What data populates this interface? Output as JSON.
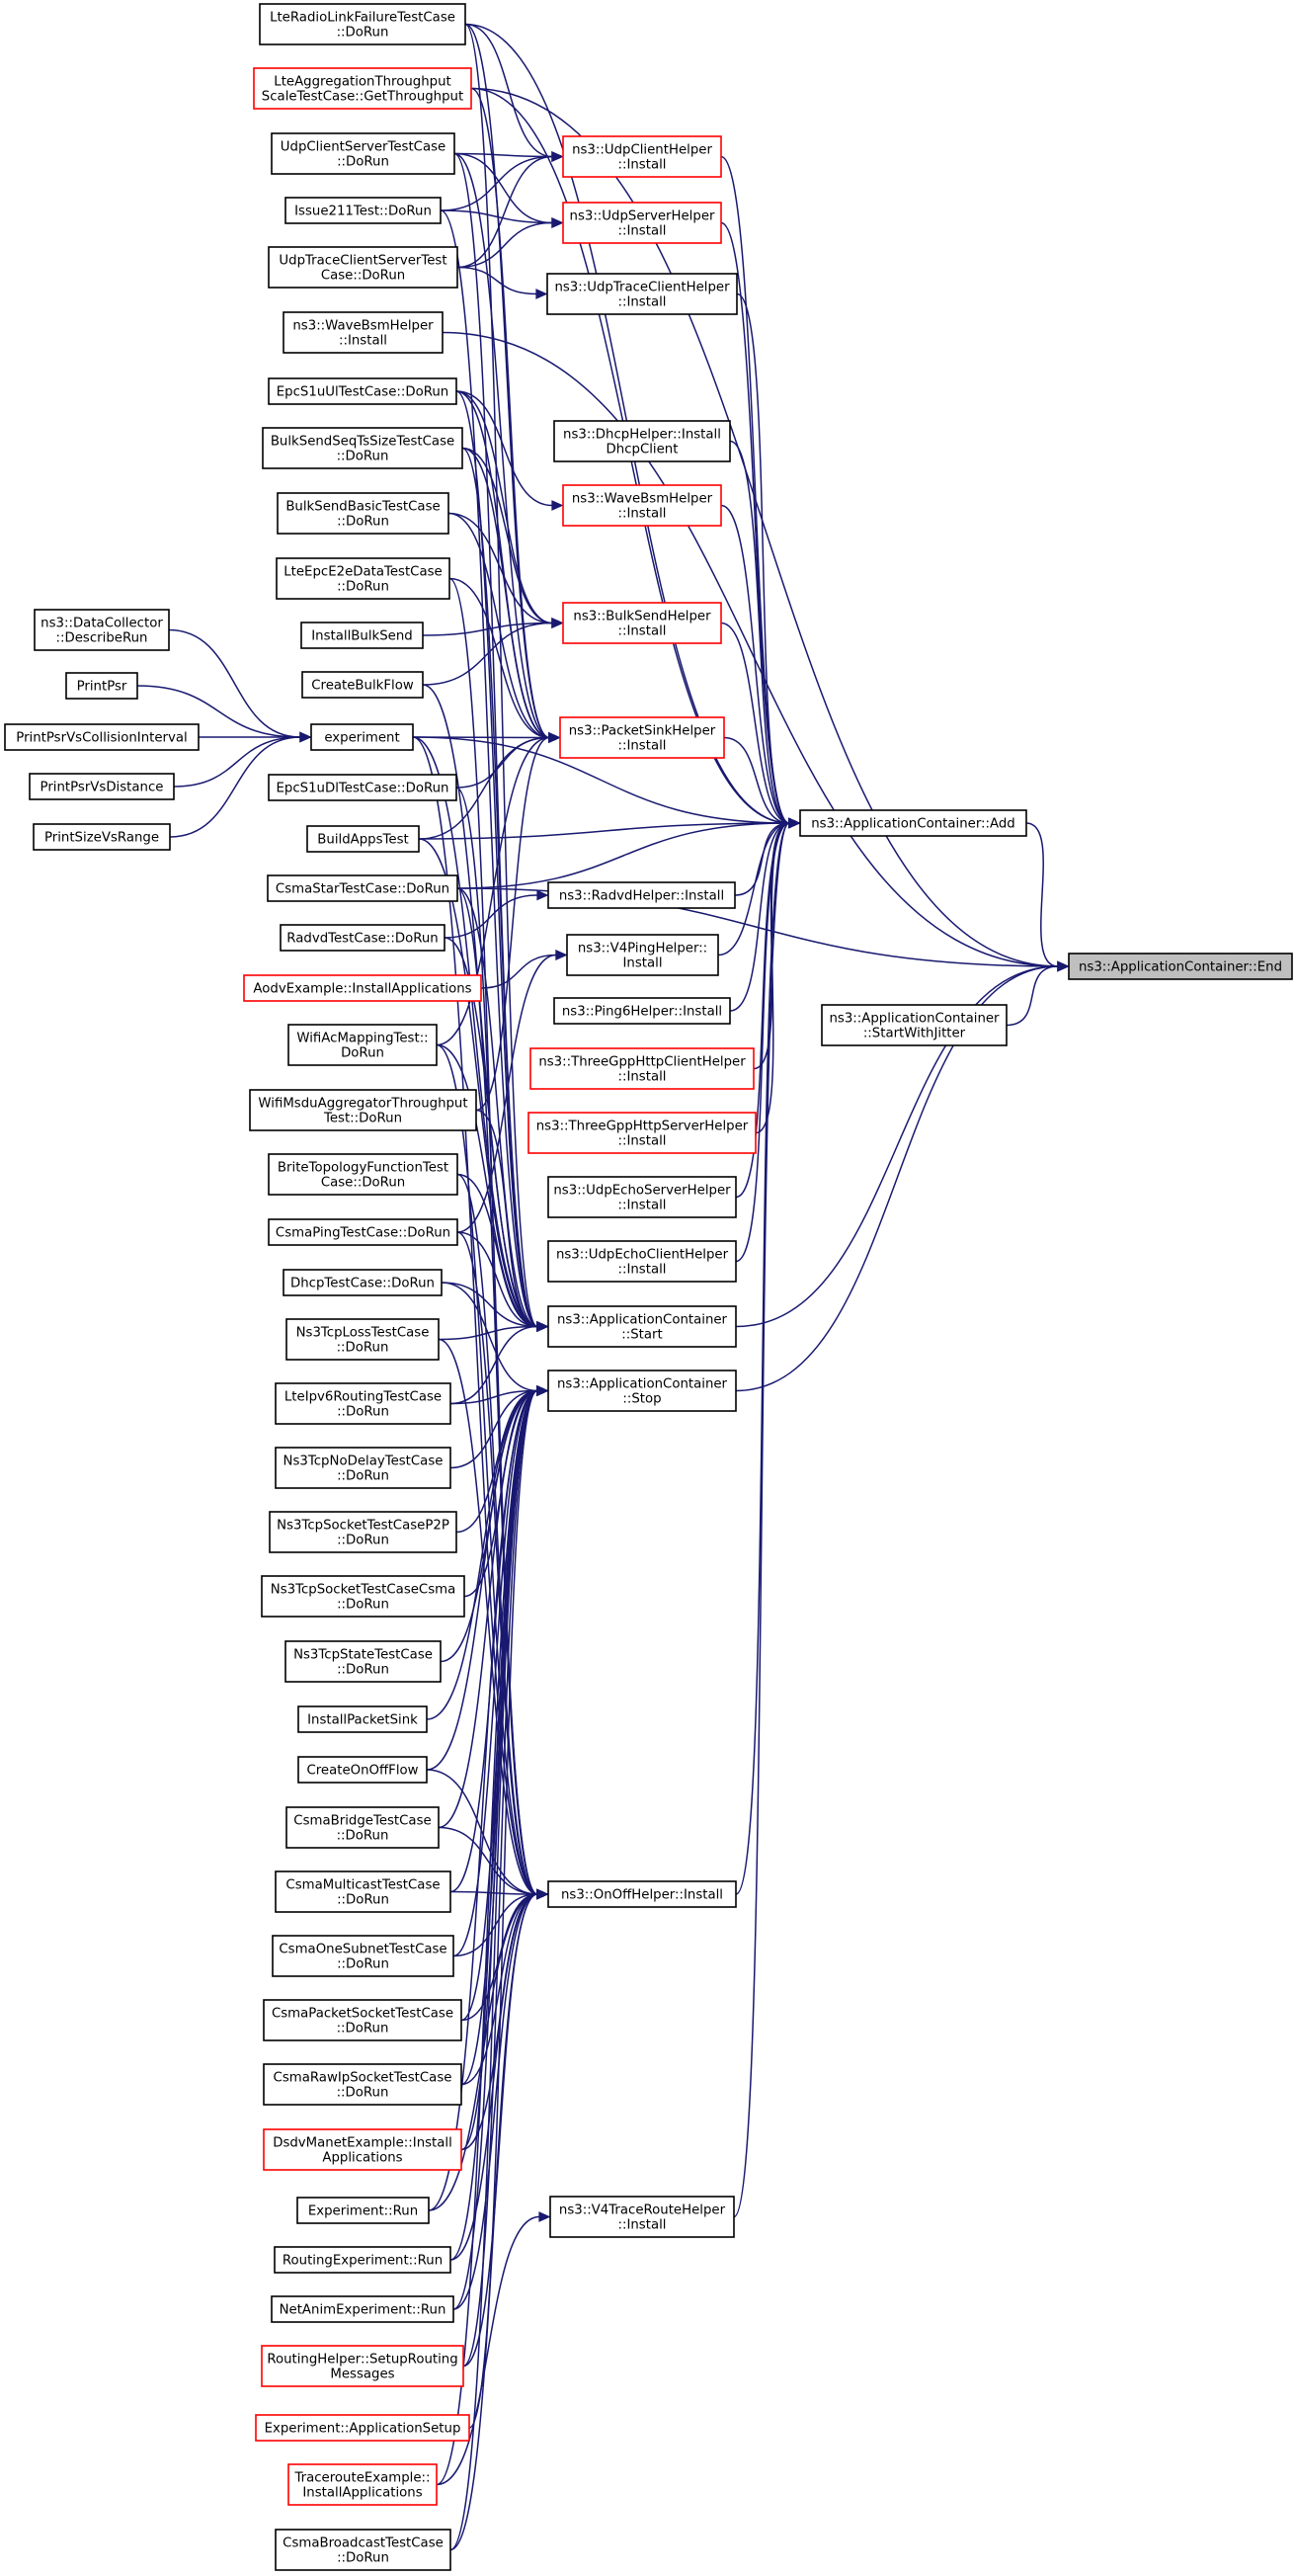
{
  "colors": {
    "edge": "#191970",
    "node_border": "#000000",
    "node_border_incomplete": "#ff0000",
    "highlight_fill": "#bfbfbf",
    "highlight_border": "#000000",
    "text": "#000000"
  },
  "nodes": [
    {
      "id": "end",
      "lines": [
        "ns3::ApplicationContainer::End"
      ],
      "style": "highlight"
    },
    {
      "id": "add",
      "lines": [
        "ns3::ApplicationContainer::Add"
      ],
      "style": "normal"
    },
    {
      "id": "startjitter",
      "lines": [
        "ns3::ApplicationContainer",
        "::StartWithJitter"
      ],
      "style": "normal"
    },
    {
      "id": "udpclienthelper",
      "lines": [
        "ns3::UdpClientHelper",
        "::Install"
      ],
      "style": "red"
    },
    {
      "id": "udpserverhelper",
      "lines": [
        "ns3::UdpServerHelper",
        "::Install"
      ],
      "style": "red"
    },
    {
      "id": "udptraceclienthelper",
      "lines": [
        "ns3::UdpTraceClientHelper",
        "::Install"
      ],
      "style": "normal"
    },
    {
      "id": "dhcphelper",
      "lines": [
        "ns3::DhcpHelper::Install",
        "DhcpClient"
      ],
      "style": "normal"
    },
    {
      "id": "wavebsmhelper_mid",
      "lines": [
        "ns3::WaveBsmHelper",
        "::Install"
      ],
      "style": "red"
    },
    {
      "id": "bulksendhelper",
      "lines": [
        "ns3::BulkSendHelper",
        "::Install"
      ],
      "style": "red"
    },
    {
      "id": "packetsinkhelper",
      "lines": [
        "ns3::PacketSinkHelper",
        "::Install"
      ],
      "style": "red"
    },
    {
      "id": "radvdhelper",
      "lines": [
        "ns3::RadvdHelper::Install"
      ],
      "style": "normal"
    },
    {
      "id": "v4pinghelper",
      "lines": [
        "ns3::V4PingHelper::",
        "Install"
      ],
      "style": "normal"
    },
    {
      "id": "ping6helper",
      "lines": [
        "ns3::Ping6Helper::Install"
      ],
      "style": "normal"
    },
    {
      "id": "threegpphttpclient",
      "lines": [
        "ns3::ThreeGppHttpClientHelper",
        "::Install"
      ],
      "style": "red"
    },
    {
      "id": "threegpphttpserver",
      "lines": [
        "ns3::ThreeGppHttpServerHelper",
        "::Install"
      ],
      "style": "red"
    },
    {
      "id": "udpechoserverhelper",
      "lines": [
        "ns3::UdpEchoServerHelper",
        "::Install"
      ],
      "style": "normal"
    },
    {
      "id": "udpechoclienthelper",
      "lines": [
        "ns3::UdpEchoClientHelper",
        "::Install"
      ],
      "style": "normal"
    },
    {
      "id": "appstart",
      "lines": [
        "ns3::ApplicationContainer",
        "::Start"
      ],
      "style": "normal"
    },
    {
      "id": "appstop",
      "lines": [
        "ns3::ApplicationContainer",
        "::Stop"
      ],
      "style": "normal"
    },
    {
      "id": "onoffhelper",
      "lines": [
        "ns3::OnOffHelper::Install"
      ],
      "style": "normal"
    },
    {
      "id": "v4traceroutehelper",
      "lines": [
        "ns3::V4TraceRouteHelper",
        "::Install"
      ],
      "style": "normal"
    },
    {
      "id": "lteradiolink",
      "lines": [
        "LteRadioLinkFailureTestCase",
        "::DoRun"
      ],
      "style": "normal"
    },
    {
      "id": "lteaggregation",
      "lines": [
        "LteAggregationThroughput",
        "ScaleTestCase::GetThroughput"
      ],
      "style": "red"
    },
    {
      "id": "udpclientserver",
      "lines": [
        "UdpClientServerTestCase",
        "::DoRun"
      ],
      "style": "normal"
    },
    {
      "id": "issue211",
      "lines": [
        "Issue211Test::DoRun"
      ],
      "style": "normal"
    },
    {
      "id": "udptraceclientserver",
      "lines": [
        "UdpTraceClientServerTest",
        "Case::DoRun"
      ],
      "style": "normal"
    },
    {
      "id": "wavebsmhelper_left",
      "lines": [
        "ns3::WaveBsmHelper",
        "::Install"
      ],
      "style": "normal"
    },
    {
      "id": "epcs1uul",
      "lines": [
        "EpcS1uUlTestCase::DoRun"
      ],
      "style": "normal"
    },
    {
      "id": "bulksendseqts",
      "lines": [
        "BulkSendSeqTsSizeTestCase",
        "::DoRun"
      ],
      "style": "normal"
    },
    {
      "id": "bulksendbasic",
      "lines": [
        "BulkSendBasicTestCase",
        "::DoRun"
      ],
      "style": "normal"
    },
    {
      "id": "lteepce2e",
      "lines": [
        "LteEpcE2eDataTestCase",
        "::DoRun"
      ],
      "style": "normal"
    },
    {
      "id": "installbulksend",
      "lines": [
        "InstallBulkSend"
      ],
      "style": "normal"
    },
    {
      "id": "createbulkflow",
      "lines": [
        "CreateBulkFlow"
      ],
      "style": "normal"
    },
    {
      "id": "experiment",
      "lines": [
        "experiment"
      ],
      "style": "normal"
    },
    {
      "id": "epcs1udl",
      "lines": [
        "EpcS1uDlTestCase::DoRun"
      ],
      "style": "normal"
    },
    {
      "id": "buildappstest",
      "lines": [
        "BuildAppsTest"
      ],
      "style": "normal"
    },
    {
      "id": "csmastar",
      "lines": [
        "CsmaStarTestCase::DoRun"
      ],
      "style": "normal"
    },
    {
      "id": "radvdtestcase",
      "lines": [
        "RadvdTestCase::DoRun"
      ],
      "style": "normal"
    },
    {
      "id": "aodvexample",
      "lines": [
        "AodvExample::InstallApplications"
      ],
      "style": "red"
    },
    {
      "id": "wifiacmapping",
      "lines": [
        "WifiAcMappingTest::",
        "DoRun"
      ],
      "style": "normal"
    },
    {
      "id": "wifimsdu",
      "lines": [
        "WifiMsduAggregatorThroughput",
        "Test::DoRun"
      ],
      "style": "normal"
    },
    {
      "id": "britetopology",
      "lines": [
        "BriteTopologyFunctionTest",
        "Case::DoRun"
      ],
      "style": "normal"
    },
    {
      "id": "csmaping",
      "lines": [
        "CsmaPingTestCase::DoRun"
      ],
      "style": "normal"
    },
    {
      "id": "dhcptestcase",
      "lines": [
        "DhcpTestCase::DoRun"
      ],
      "style": "normal"
    },
    {
      "id": "ns3tcploss",
      "lines": [
        "Ns3TcpLossTestCase",
        "::DoRun"
      ],
      "style": "normal"
    },
    {
      "id": "lteipv6routing",
      "lines": [
        "LteIpv6RoutingTestCase",
        "::DoRun"
      ],
      "style": "normal"
    },
    {
      "id": "ns3tcpnodelay",
      "lines": [
        "Ns3TcpNoDelayTestCase",
        "::DoRun"
      ],
      "style": "normal"
    },
    {
      "id": "ns3tcpsocketp2p",
      "lines": [
        "Ns3TcpSocketTestCaseP2P",
        "::DoRun"
      ],
      "style": "normal"
    },
    {
      "id": "ns3tcpsocketcsma",
      "lines": [
        "Ns3TcpSocketTestCaseCsma",
        "::DoRun"
      ],
      "style": "normal"
    },
    {
      "id": "ns3tcpstate",
      "lines": [
        "Ns3TcpStateTestCase",
        "::DoRun"
      ],
      "style": "normal"
    },
    {
      "id": "installpacketsink",
      "lines": [
        "InstallPacketSink"
      ],
      "style": "normal"
    },
    {
      "id": "createonoffflow",
      "lines": [
        "CreateOnOffFlow"
      ],
      "style": "normal"
    },
    {
      "id": "csmabridge",
      "lines": [
        "CsmaBridgeTestCase",
        "::DoRun"
      ],
      "style": "normal"
    },
    {
      "id": "csmamulticast",
      "lines": [
        "CsmaMulticastTestCase",
        "::DoRun"
      ],
      "style": "normal"
    },
    {
      "id": "csmaonesubnet",
      "lines": [
        "CsmaOneSubnetTestCase",
        "::DoRun"
      ],
      "style": "normal"
    },
    {
      "id": "csmapacketsocket",
      "lines": [
        "CsmaPacketSocketTestCase",
        "::DoRun"
      ],
      "style": "normal"
    },
    {
      "id": "csmarawipsocket",
      "lines": [
        "CsmaRawIpSocketTestCase",
        "::DoRun"
      ],
      "style": "normal"
    },
    {
      "id": "dsdvmanet",
      "lines": [
        "DsdvManetExample::Install",
        "Applications"
      ],
      "style": "red"
    },
    {
      "id": "experimentrun",
      "lines": [
        "Experiment::Run"
      ],
      "style": "normal"
    },
    {
      "id": "routingexperiment",
      "lines": [
        "RoutingExperiment::Run"
      ],
      "style": "normal"
    },
    {
      "id": "netanimexperiment",
      "lines": [
        "NetAnimExperiment::Run"
      ],
      "style": "normal"
    },
    {
      "id": "routinghelper",
      "lines": [
        "RoutingHelper::SetupRouting",
        "Messages"
      ],
      "style": "red"
    },
    {
      "id": "experimentappsetup",
      "lines": [
        "Experiment::ApplicationSetup"
      ],
      "style": "red"
    },
    {
      "id": "tracerouteexample",
      "lines": [
        "TracerouteExample::",
        "InstallApplications"
      ],
      "style": "red"
    },
    {
      "id": "csmabroadcast",
      "lines": [
        "CsmaBroadcastTestCase",
        "::DoRun"
      ],
      "style": "normal"
    },
    {
      "id": "datacollector",
      "lines": [
        "ns3::DataCollector",
        "::DescribeRun"
      ],
      "style": "normal"
    },
    {
      "id": "printpsr",
      "lines": [
        "PrintPsr"
      ],
      "style": "normal"
    },
    {
      "id": "printpsrcollision",
      "lines": [
        "PrintPsrVsCollisionInterval"
      ],
      "style": "normal"
    },
    {
      "id": "printpsrdistance",
      "lines": [
        "PrintPsrVsDistance"
      ],
      "style": "normal"
    },
    {
      "id": "printsizerange",
      "lines": [
        "PrintSizeVsRange"
      ],
      "style": "normal"
    }
  ],
  "edges": [
    [
      "add",
      "end"
    ],
    [
      "startjitter",
      "end"
    ],
    [
      "appstart",
      "end"
    ],
    [
      "appstop",
      "end"
    ],
    [
      "wavebsmhelper_left",
      "end"
    ],
    [
      "lteaggregation",
      "end"
    ],
    [
      "csmastar",
      "end"
    ],
    [
      "udpclienthelper",
      "add"
    ],
    [
      "udpserverhelper",
      "add"
    ],
    [
      "udptraceclienthelper",
      "add"
    ],
    [
      "dhcphelper",
      "add"
    ],
    [
      "wavebsmhelper_mid",
      "add"
    ],
    [
      "bulksendhelper",
      "add"
    ],
    [
      "packetsinkhelper",
      "add"
    ],
    [
      "radvdhelper",
      "add"
    ],
    [
      "v4pinghelper",
      "add"
    ],
    [
      "ping6helper",
      "add"
    ],
    [
      "threegpphttpclient",
      "add"
    ],
    [
      "threegpphttpserver",
      "add"
    ],
    [
      "udpechoserverhelper",
      "add"
    ],
    [
      "udpechoclienthelper",
      "add"
    ],
    [
      "onoffhelper",
      "add"
    ],
    [
      "v4traceroutehelper",
      "add"
    ],
    [
      "lteradiolink",
      "add"
    ],
    [
      "lteaggregation",
      "add"
    ],
    [
      "experiment",
      "add"
    ],
    [
      "buildappstest",
      "add"
    ],
    [
      "csmastar",
      "add"
    ],
    [
      "udpclientserver",
      "udpclienthelper"
    ],
    [
      "issue211",
      "udpclienthelper"
    ],
    [
      "udptraceclientserver",
      "udpclienthelper"
    ],
    [
      "lteradiolink",
      "udpclienthelper"
    ],
    [
      "udpclientserver",
      "udpserverhelper"
    ],
    [
      "issue211",
      "udpserverhelper"
    ],
    [
      "udptraceclientserver",
      "udpserverhelper"
    ],
    [
      "udptraceclientserver",
      "udptraceclienthelper"
    ],
    [
      "epcs1uul",
      "wavebsmhelper_mid"
    ],
    [
      "bulksendseqts",
      "bulksendhelper"
    ],
    [
      "bulksendbasic",
      "bulksendhelper"
    ],
    [
      "installbulksend",
      "bulksendhelper"
    ],
    [
      "createbulkflow",
      "bulksendhelper"
    ],
    [
      "epcs1uul",
      "bulksendhelper"
    ],
    [
      "lteradiolink",
      "packetsinkhelper"
    ],
    [
      "udpclientserver",
      "packetsinkhelper"
    ],
    [
      "epcs1uul",
      "packetsinkhelper"
    ],
    [
      "bulksendseqts",
      "packetsinkhelper"
    ],
    [
      "bulksendbasic",
      "packetsinkhelper"
    ],
    [
      "lteepce2e",
      "packetsinkhelper"
    ],
    [
      "experiment",
      "packetsinkhelper"
    ],
    [
      "epcs1udl",
      "packetsinkhelper"
    ],
    [
      "buildappstest",
      "packetsinkhelper"
    ],
    [
      "wifiacmapping",
      "packetsinkhelper"
    ],
    [
      "wifimsdu",
      "packetsinkhelper"
    ],
    [
      "lteaggregation",
      "packetsinkhelper"
    ],
    [
      "radvdtestcase",
      "radvdhelper"
    ],
    [
      "aodvexample",
      "v4pinghelper"
    ],
    [
      "csmaping",
      "v4pinghelper"
    ],
    [
      "csmastar",
      "appstart"
    ],
    [
      "radvdtestcase",
      "appstart"
    ],
    [
      "wifiacmapping",
      "appstart"
    ],
    [
      "wifimsdu",
      "appstart"
    ],
    [
      "britetopology",
      "appstart"
    ],
    [
      "csmaping",
      "appstart"
    ],
    [
      "dhcptestcase",
      "appstart"
    ],
    [
      "ns3tcploss",
      "appstart"
    ],
    [
      "lteipv6routing",
      "appstart"
    ],
    [
      "lteradiolink",
      "appstart"
    ],
    [
      "udpclientserver",
      "appstart"
    ],
    [
      "issue211",
      "appstart"
    ],
    [
      "bulksendseqts",
      "appstart"
    ],
    [
      "epcs1uul",
      "appstart"
    ],
    [
      "createbulkflow",
      "appstart"
    ],
    [
      "experiment",
      "appstart"
    ],
    [
      "buildappstest",
      "appstart"
    ],
    [
      "ns3tcpnodelay",
      "appstop"
    ],
    [
      "ns3tcpsocketp2p",
      "appstop"
    ],
    [
      "ns3tcpsocketcsma",
      "appstop"
    ],
    [
      "ns3tcpstate",
      "appstop"
    ],
    [
      "installpacketsink",
      "appstop"
    ],
    [
      "createonoffflow",
      "appstop"
    ],
    [
      "csmabridge",
      "appstop"
    ],
    [
      "csmamulticast",
      "appstop"
    ],
    [
      "csmaonesubnet",
      "appstop"
    ],
    [
      "csmapacketsocket",
      "appstop"
    ],
    [
      "csmarawipsocket",
      "appstop"
    ],
    [
      "dsdvmanet",
      "appstop"
    ],
    [
      "experimentrun",
      "appstop"
    ],
    [
      "routingexperiment",
      "appstop"
    ],
    [
      "netanimexperiment",
      "appstop"
    ],
    [
      "routinghelper",
      "appstop"
    ],
    [
      "experimentappsetup",
      "appstop"
    ],
    [
      "tracerouteexample",
      "appstop"
    ],
    [
      "csmabroadcast",
      "appstop"
    ],
    [
      "dhcptestcase",
      "appstop"
    ],
    [
      "lteipv6routing",
      "appstop"
    ],
    [
      "createonoffflow",
      "onoffhelper"
    ],
    [
      "csmabridge",
      "onoffhelper"
    ],
    [
      "csmamulticast",
      "onoffhelper"
    ],
    [
      "csmaonesubnet",
      "onoffhelper"
    ],
    [
      "csmapacketsocket",
      "onoffhelper"
    ],
    [
      "csmarawipsocket",
      "onoffhelper"
    ],
    [
      "dsdvmanet",
      "onoffhelper"
    ],
    [
      "experimentrun",
      "onoffhelper"
    ],
    [
      "routingexperiment",
      "onoffhelper"
    ],
    [
      "netanimexperiment",
      "onoffhelper"
    ],
    [
      "routinghelper",
      "onoffhelper"
    ],
    [
      "csmabroadcast",
      "onoffhelper"
    ],
    [
      "csmastar",
      "onoffhelper"
    ],
    [
      "wifiacmapping",
      "onoffhelper"
    ],
    [
      "britetopology",
      "onoffhelper"
    ],
    [
      "csmaping",
      "onoffhelper"
    ],
    [
      "ns3tcploss",
      "onoffhelper"
    ],
    [
      "lteepce2e",
      "onoffhelper"
    ],
    [
      "epcs1udl",
      "onoffhelper"
    ],
    [
      "experiment",
      "onoffhelper"
    ],
    [
      "tracerouteexample",
      "v4traceroutehelper"
    ],
    [
      "datacollector",
      "experiment"
    ],
    [
      "printpsr",
      "experiment"
    ],
    [
      "printpsrcollision",
      "experiment"
    ],
    [
      "printpsrdistance",
      "experiment"
    ],
    [
      "printsizerange",
      "experiment"
    ]
  ]
}
